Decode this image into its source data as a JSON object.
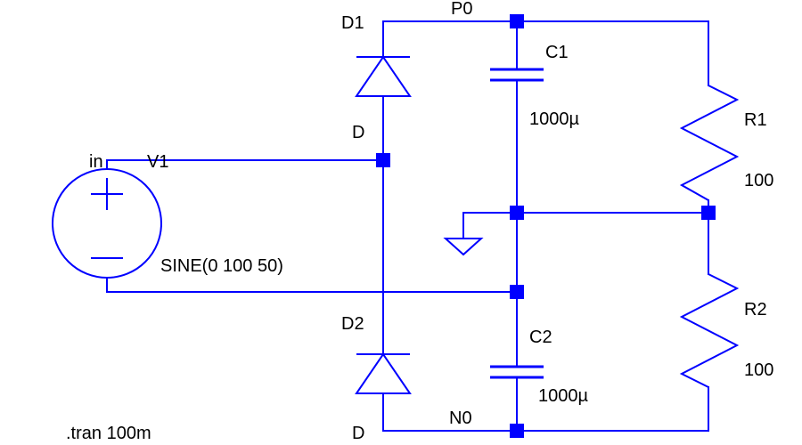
{
  "labels": {
    "d1_name": "D1",
    "d1_model": "D",
    "d2_name": "D2",
    "d2_model": "D",
    "net_p0": "P0",
    "net_n0": "N0",
    "net_in": "in",
    "c1_name": "C1",
    "c1_value": "1000µ",
    "c2_name": "C2",
    "c2_value": "1000µ",
    "r1_name": "R1",
    "r1_value": "100",
    "r2_name": "R2",
    "r2_value": "100",
    "v1_name": "V1",
    "v1_value": "SINE(0 100 50)",
    "directive": ".tran 100m"
  },
  "colors": {
    "wire": "#0000ff",
    "text": "#000000",
    "background": "#ffffff"
  },
  "icons": {
    "source": "voltage-source-icon",
    "ground": "ground-icon",
    "diode": "diode-icon",
    "capacitor": "capacitor-icon",
    "resistor": "resistor-icon"
  }
}
